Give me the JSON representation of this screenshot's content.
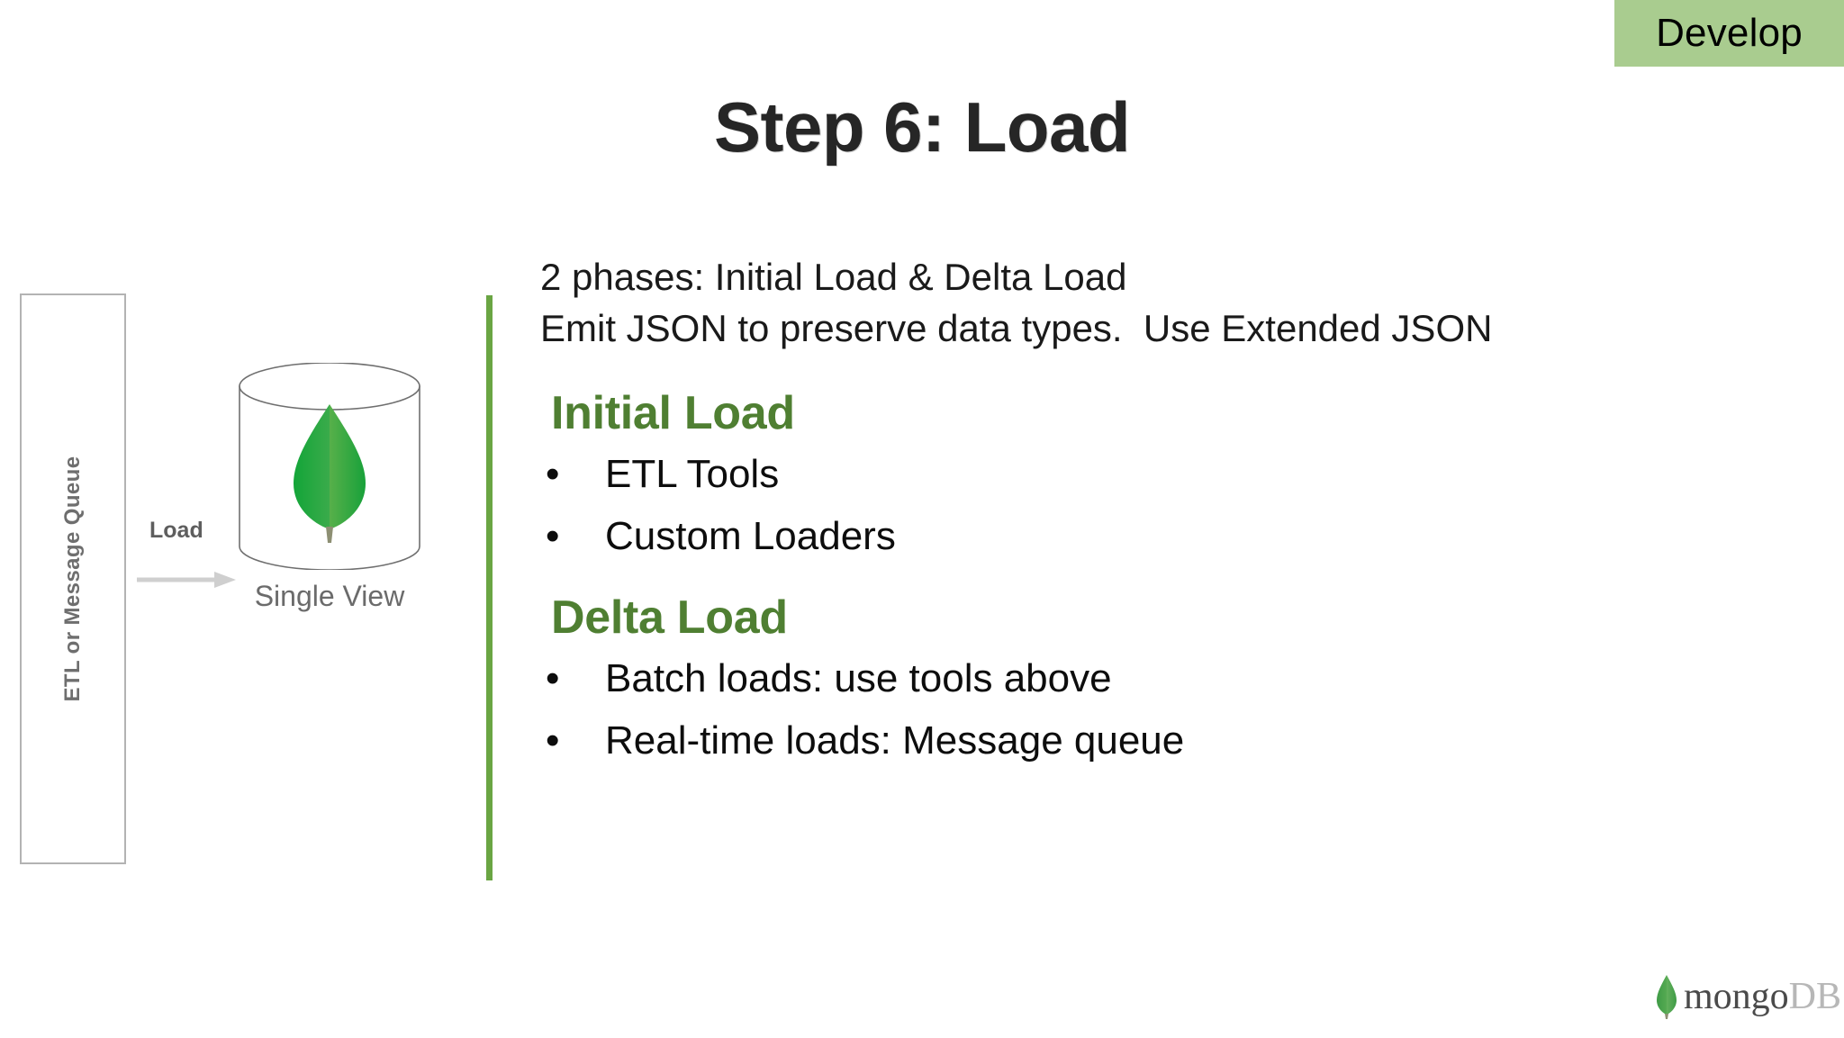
{
  "badge": {
    "label": "Develop",
    "background": "#a9cc8f",
    "text_color": "#000000"
  },
  "title": "Step 6: Load",
  "diagram": {
    "queue_box_label": "ETL or Message Queue",
    "arrow_label": "Load",
    "database_label": "Single View",
    "leaf_icon": "mongodb-leaf-icon",
    "arrow_icon": "right-arrow-icon",
    "cylinder_icon": "database-cylinder-icon"
  },
  "accent": {
    "rule_color": "#6aa543",
    "heading_color": "#4f7f32"
  },
  "content": {
    "intro_lines": [
      "2 phases: Initial Load & Delta Load",
      "Emit JSON to preserve data types.  Use Extended JSON"
    ],
    "sections": [
      {
        "heading": "Initial Load",
        "bullets": [
          {
            "marker": "•",
            "text": "ETL Tools"
          },
          {
            "marker": "•",
            "text": "Custom Loaders"
          }
        ]
      },
      {
        "heading": "Delta Load",
        "bullets": [
          {
            "marker": "•",
            "text": "Batch loads: use tools above"
          },
          {
            "marker": "•",
            "text": "Real-time loads: Message queue"
          }
        ]
      }
    ]
  },
  "footer": {
    "brand_primary": "mongo",
    "brand_secondary": "DB",
    "leaf_icon": "mongodb-leaf-icon"
  }
}
